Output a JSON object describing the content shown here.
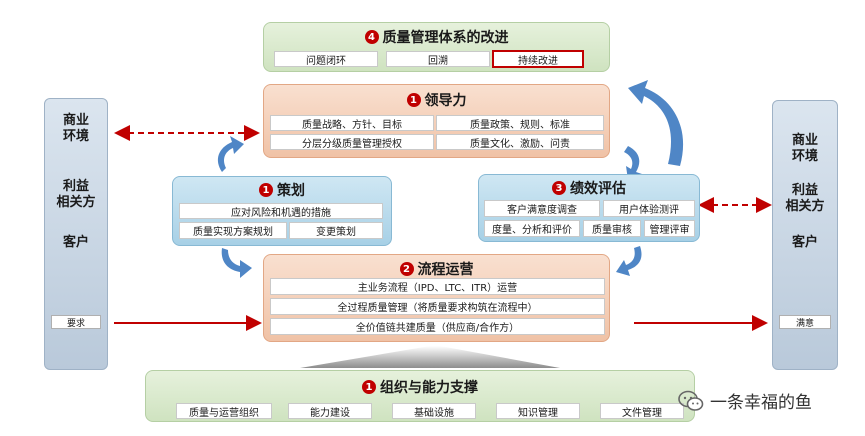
{
  "improve": {
    "num": "4",
    "title": "质量管理体系的改进",
    "items": [
      "问题闭环",
      "回溯",
      "持续改进"
    ]
  },
  "leadership": {
    "num": "1",
    "title": "领导力",
    "items": [
      "质量战略、方针、目标",
      "质量政策、规则、标准",
      "分层分级质量管理授权",
      "质量文化、激励、问责"
    ]
  },
  "planning": {
    "num": "1",
    "title": "策划",
    "items": [
      "应对风险和机遇的措施",
      "质量实现方案规划",
      "变更策划"
    ]
  },
  "evaluation": {
    "num": "3",
    "title": "绩效评估",
    "items": [
      "客户满意度调查",
      "用户体验测评",
      "度量、分析和评价",
      "质量审核",
      "管理评审"
    ]
  },
  "operations": {
    "num": "2",
    "title": "流程运营",
    "items": [
      "主业务流程（IPD、LTC、ITR）运营",
      "全过程质量管理（将质量要求构筑在流程中）",
      "全价值链共建质量（供应商/合作方）"
    ]
  },
  "support": {
    "num": "1",
    "title": "组织与能力支撑",
    "items": [
      "质量与运营组织",
      "能力建设",
      "基础设施",
      "知识管理",
      "文件管理"
    ]
  },
  "left_side": {
    "lines": [
      "商业",
      "环境",
      "利益",
      "相关方",
      "客户"
    ],
    "box": "要求"
  },
  "right_side": {
    "lines": [
      "商业",
      "环境",
      "利益",
      "相关方",
      "客户"
    ],
    "box": "满意"
  },
  "watermark": "一条幸福的鱼",
  "colors": {
    "accent_red": "#c00000",
    "arrow_blue": "#4f86c6",
    "green_panel": "#d8e9cb",
    "peach_panel": "#f4cdb5",
    "blue_panel": "#b9dbec"
  }
}
